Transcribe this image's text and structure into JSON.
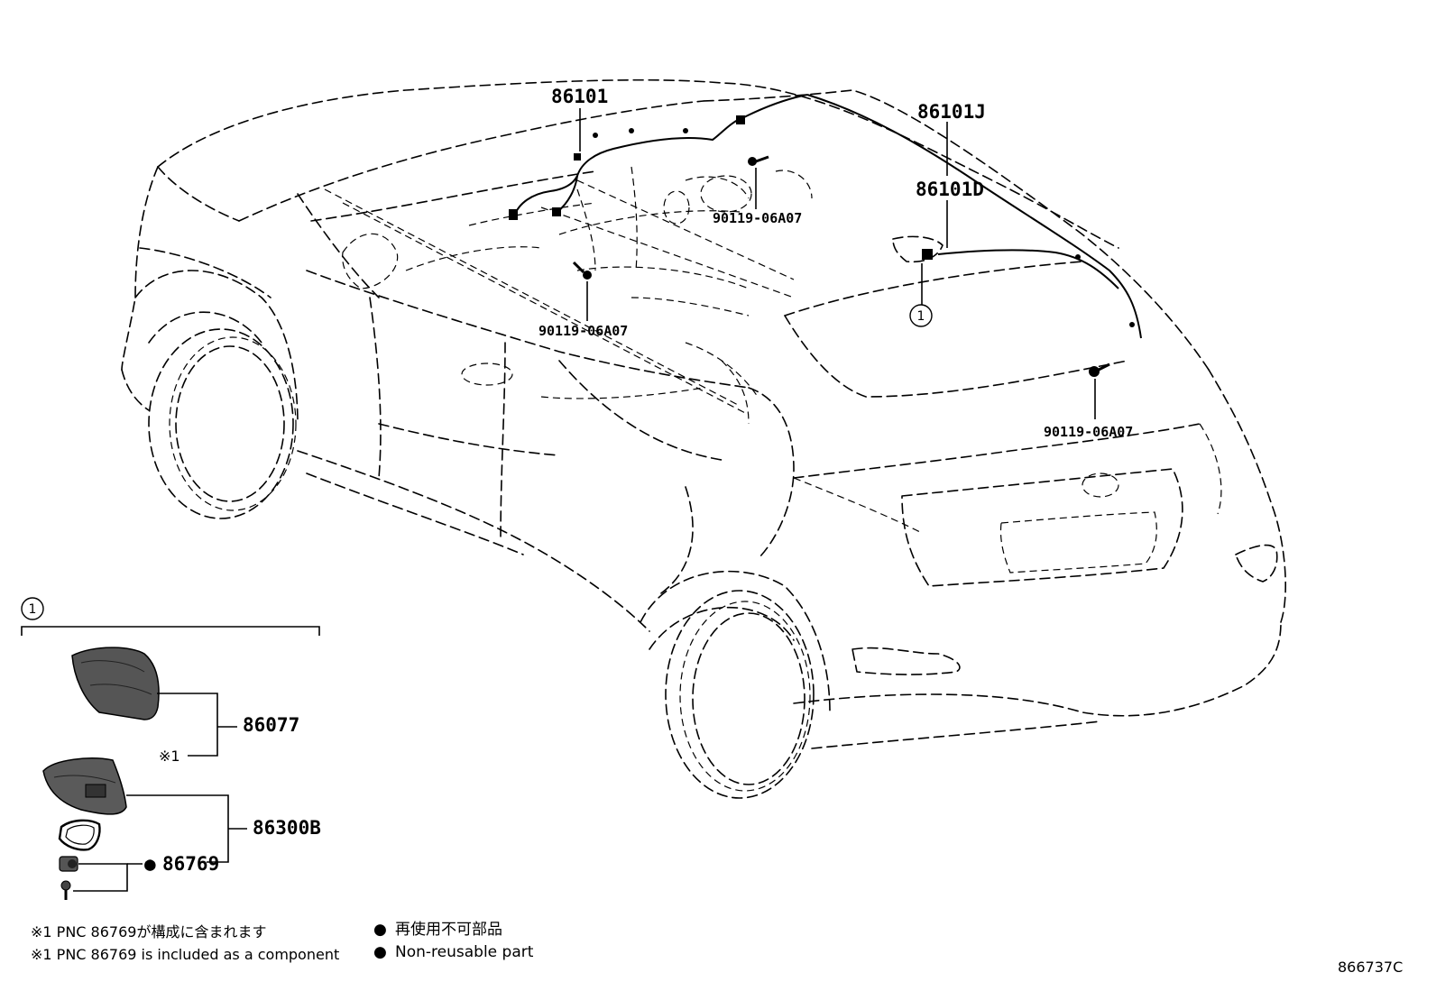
{
  "callouts": {
    "antenna_cord_front": "86101",
    "antenna_cord_j": "86101J",
    "antenna_cord_d": "86101D",
    "bolt_a": "90119-06A07",
    "bolt_b": "90119-06A07",
    "bolt_c": "90119-06A07",
    "ref_circle_car": "1"
  },
  "detail": {
    "ref_circle": "1",
    "antenna_cover": "86077",
    "antenna_cover_note": "※1",
    "antenna_assembly": "86300B",
    "gasket_mark": "●",
    "gasket": "86769"
  },
  "notes": {
    "jp": "※1 PNC 86769が構成に含まれます",
    "en": "※1 PNC 86769 is included as a component"
  },
  "legend": {
    "symbol": "●",
    "jp": "再使用不可部品",
    "en": "Non-reusable part"
  },
  "figure_id": "866737C"
}
